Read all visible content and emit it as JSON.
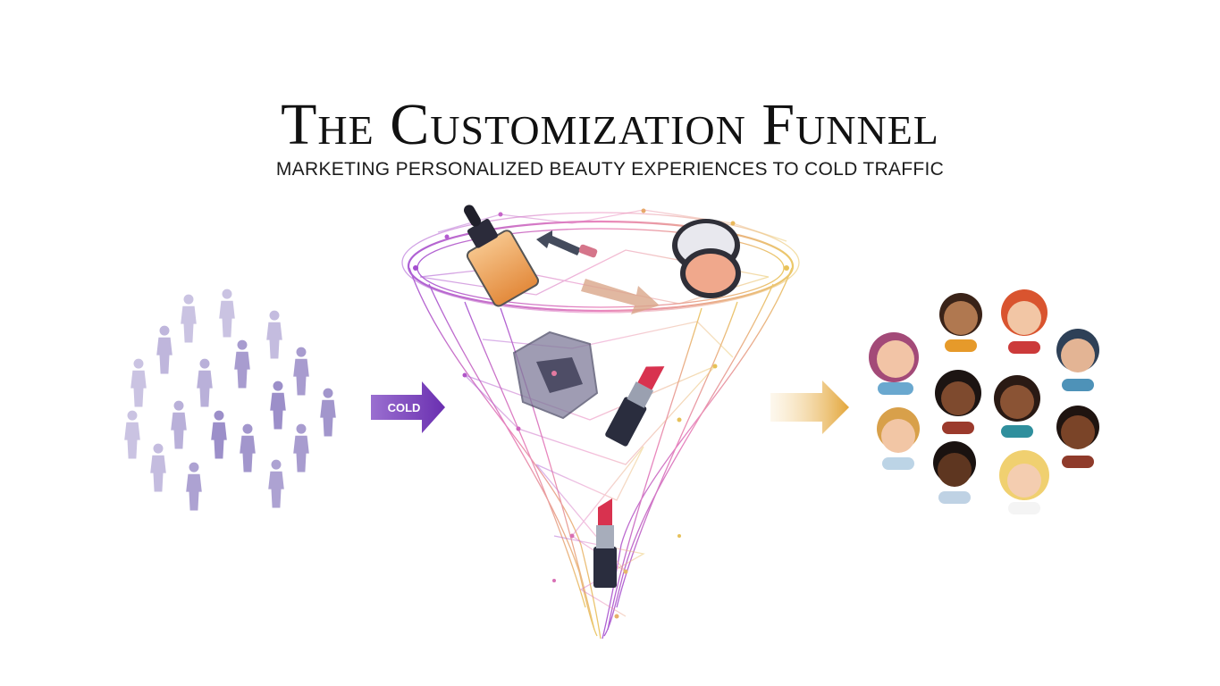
{
  "header": {
    "title": "The Customization Funnel",
    "subtitle": "MARKETING PERSONALIZED BEAUTY EXPERIENCES TO COLD TRAFFIC"
  },
  "left_arrow": {
    "label": "COLD"
  },
  "colors": {
    "crowd": "#8b7cc0",
    "funnel_left": "#a44fd0",
    "funnel_mid": "#e77ab7",
    "funnel_right": "#e9c35a",
    "arrow_cold": "#7a3fb8",
    "arrow_out": "#e3a63a"
  },
  "icons": {
    "crowd": "people-silhouette-icon",
    "products": [
      "serum-dropper-bottle-icon",
      "dropper-icon",
      "compact-powder-icon",
      "jewelry-box-icon",
      "lipstick-icon"
    ],
    "audience": "customer-face-icon"
  }
}
